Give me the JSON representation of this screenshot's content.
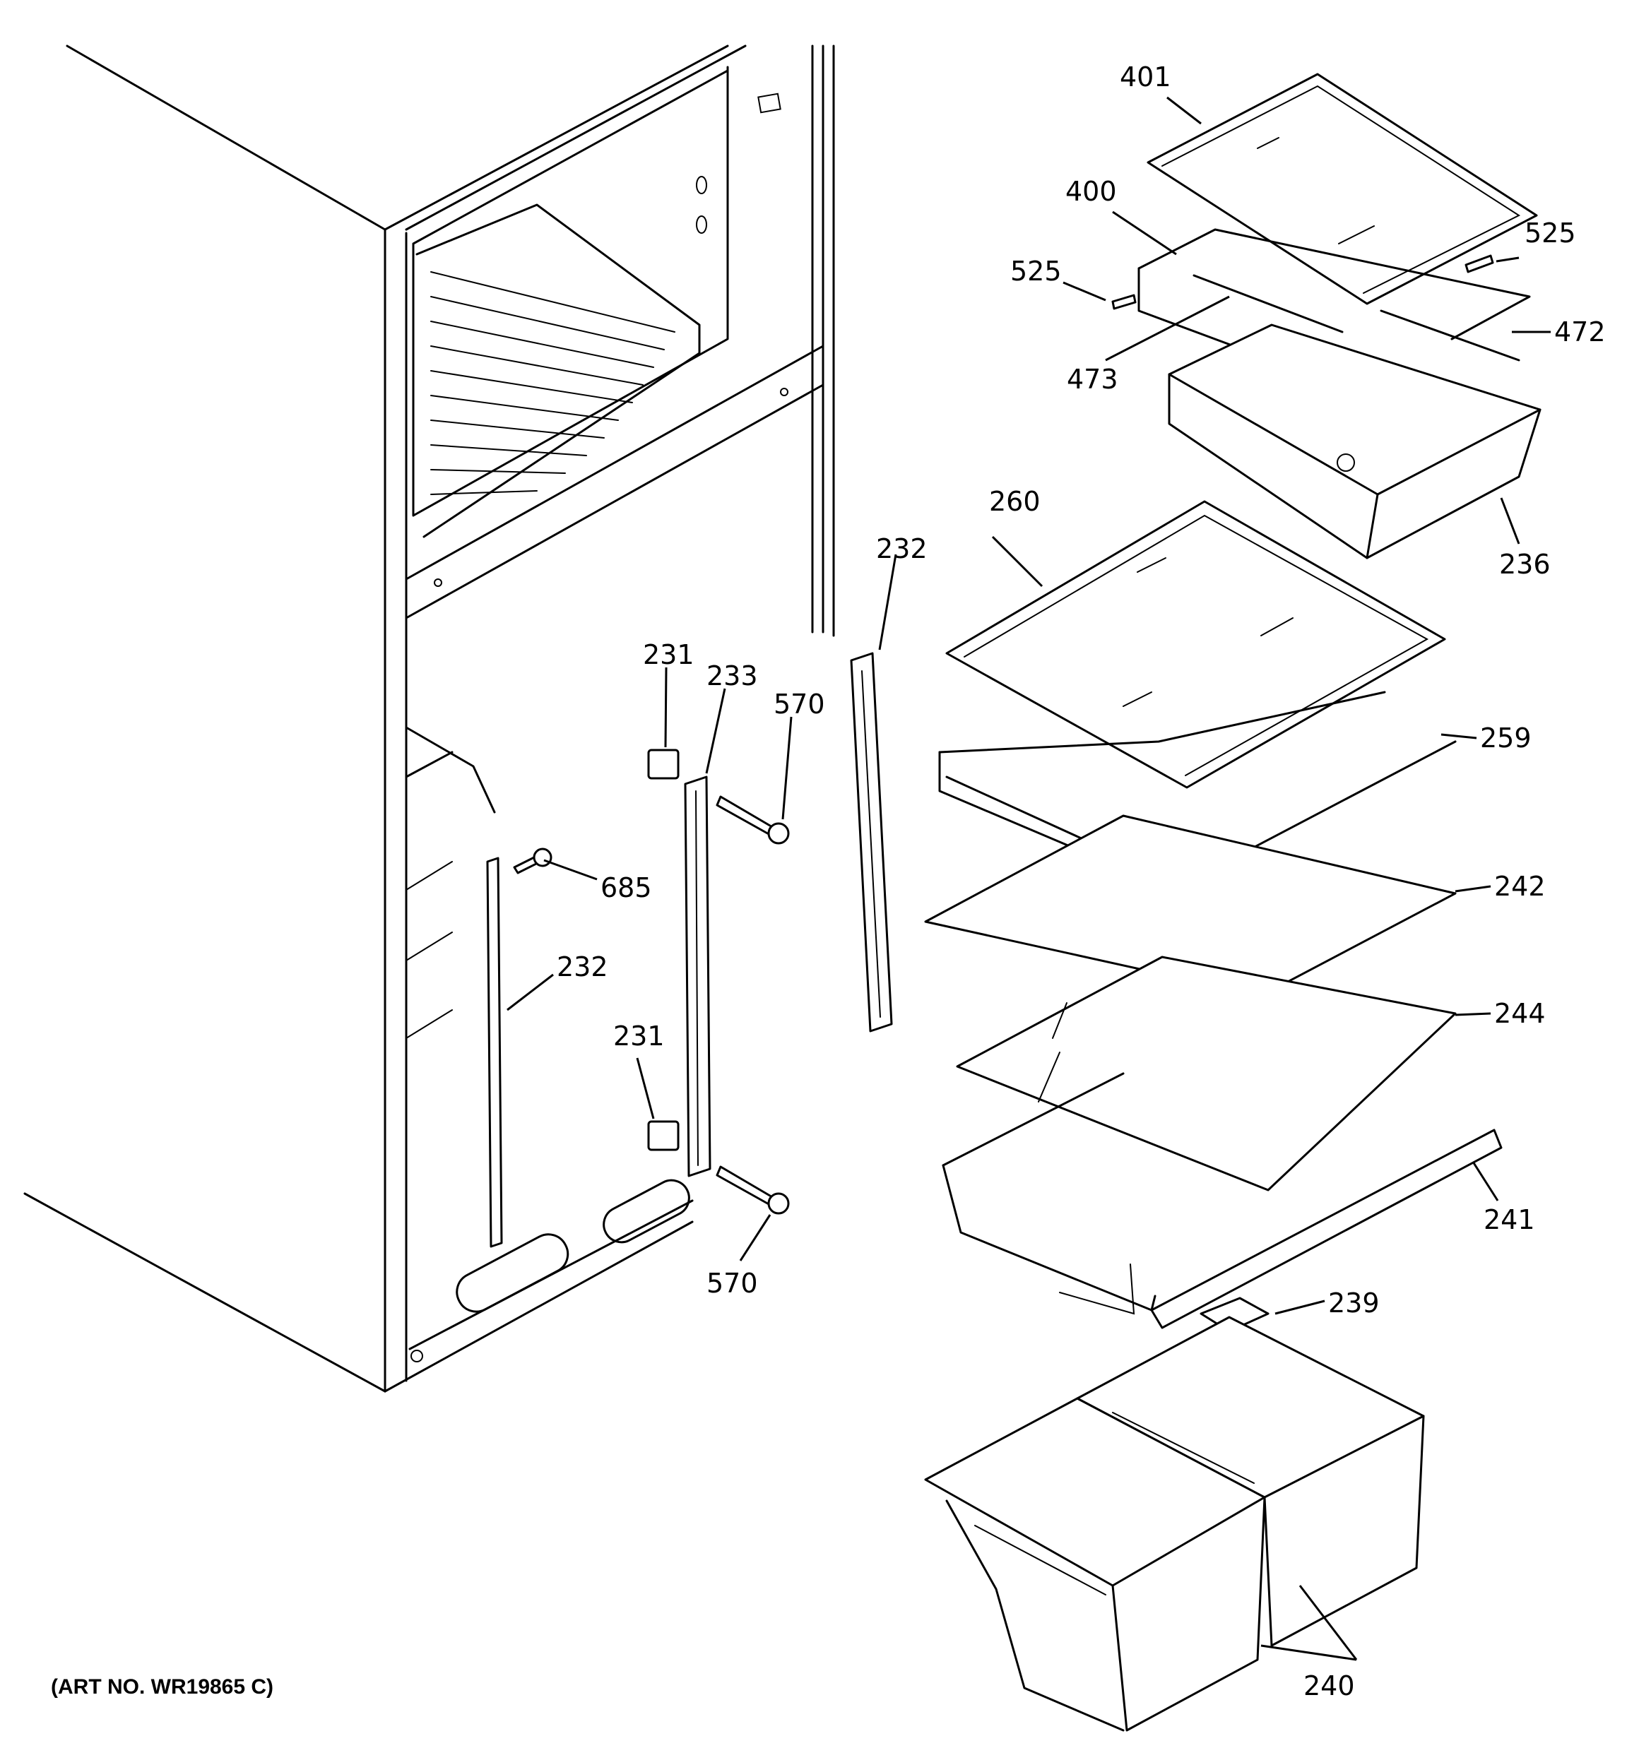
{
  "art_number": "(ART NO. WR19865 C)",
  "callouts": {
    "c401": "401",
    "c400": "400",
    "c525a": "525",
    "c525b": "525",
    "c472": "472",
    "c473": "473",
    "c236": "236",
    "c260": "260",
    "c232a": "232",
    "c231a": "231",
    "c233": "233",
    "c570a": "570",
    "c259": "259",
    "c685": "685",
    "c242": "242",
    "c232b": "232",
    "c244": "244",
    "c231b": "231",
    "c241": "241",
    "c570b": "570",
    "c239": "239",
    "c240": "240"
  }
}
